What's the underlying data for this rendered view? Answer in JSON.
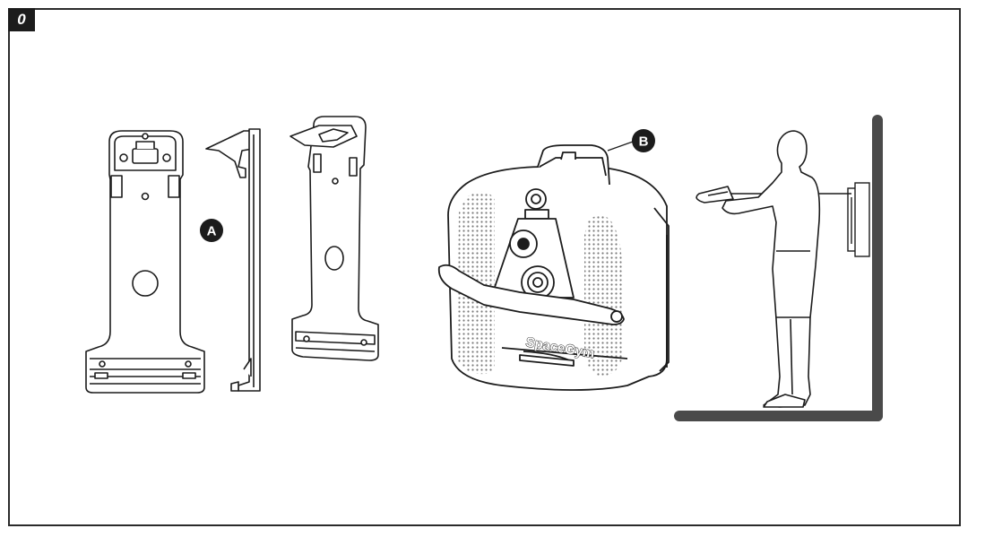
{
  "step_label": "0",
  "callouts": {
    "a": "A",
    "b": "B"
  },
  "device": {
    "brand": "SpaceGym"
  },
  "colors": {
    "frame": "#2b2b2b",
    "ink": "#1c1c1c",
    "wall": "#4a4a4a",
    "mesh": "#9a9a9a"
  }
}
